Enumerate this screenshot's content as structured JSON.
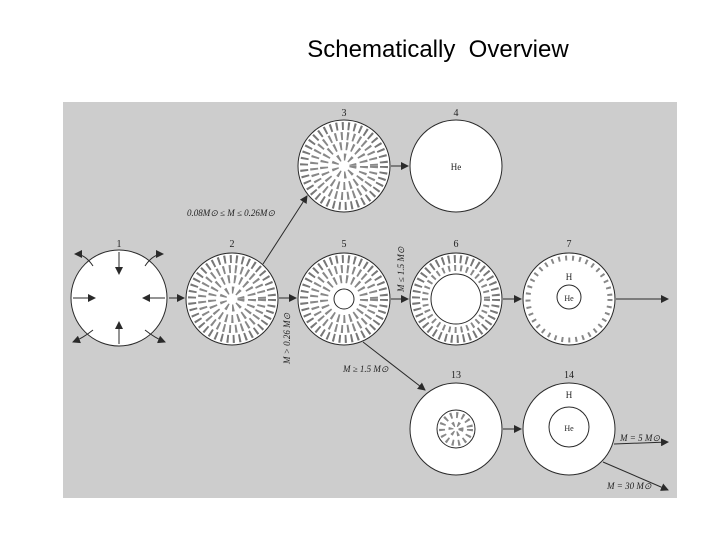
{
  "title": "Schematically  Overview",
  "stages": [
    {
      "id": "1",
      "label": "1"
    },
    {
      "id": "2",
      "label": "2"
    },
    {
      "id": "3",
      "label": "3"
    },
    {
      "id": "4",
      "label": "4",
      "core": "He"
    },
    {
      "id": "5",
      "label": "5"
    },
    {
      "id": "6",
      "label": "6"
    },
    {
      "id": "7",
      "label": "7",
      "shell": "H",
      "core": "He"
    },
    {
      "id": "13",
      "label": "13"
    },
    {
      "id": "14",
      "label": "14",
      "shell": "H",
      "core": "He"
    }
  ],
  "annotations": {
    "low_mass_range": "0.08M⊙ ≤ M ≤ 0.26M⊙",
    "mass_gt_026": "M > 0.26 M⊙",
    "mass_le_15": "M ≤ 1.5 M⊙",
    "mass_ge_15": "M ≥ 1.5 M⊙",
    "mass_5": "M = 5 M⊙",
    "mass_30": "M = 30 M⊙"
  },
  "colors": {
    "panel": "#cdcdcd",
    "ink": "#2a2a2a",
    "disk": "#ffffff"
  }
}
